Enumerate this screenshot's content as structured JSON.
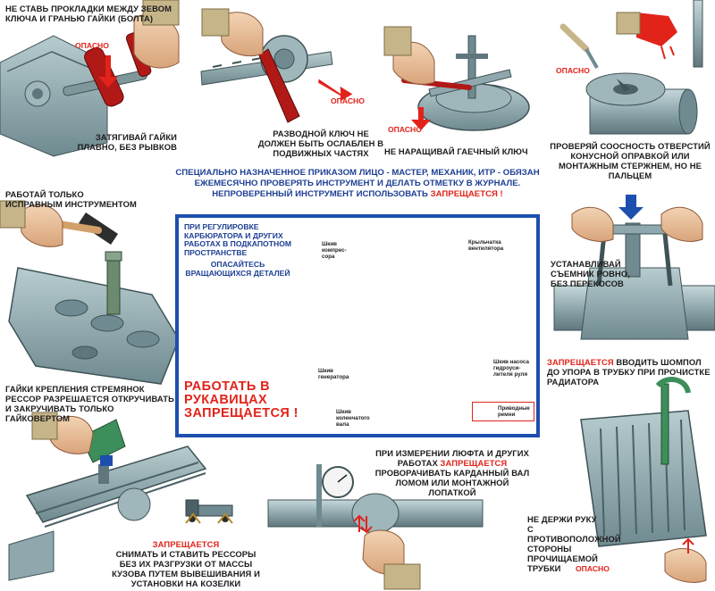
{
  "captions": {
    "gasket": "НЕ СТАВЬ ПРОКЛАДКИ МЕЖДУ ЗЕВОМ КЛЮЧА И ГРАНЬЮ ГАЙКИ (БОЛТА)",
    "tighten": "ЗАТЯГИВАЙ ГАЙКИ ПЛАВНО, БЕЗ РЫВКОВ",
    "adjustable": "РАЗВОДНОЙ КЛЮЧ НЕ ДОЛЖЕН БЫТЬ ОСЛАБЛЕН В ПОДВИЖНЫХ ЧАСТЯХ",
    "extend": "НЕ НАРАЩИВАЙ ГАЕЧНЫЙ КЛЮЧ",
    "alignment": "ПРОВЕРЯЙ СООСНОСТЬ ОТВЕРСТИЙ КОНУСНОЙ ОПРАВКОЙ ИЛИ МОНТАЖНЫМ СТЕРЖНЕМ, НО НЕ ПАЛЬЦЕМ",
    "good_tools": "РАБОТАЙ ТОЛЬКО ИСПРАВНЫМ ИНСТРУМЕНТОМ",
    "puller": "УСТАНАВЛИВАЙ СЪЕМНИК РОВНО, БЕЗ ПЕРЕКОСОВ",
    "ramrod_red": "ЗАПРЕЩАЕТСЯ",
    "ramrod_rest": " ВВОДИТЬ ШОМПОЛ ДО УПОРА В ТРУБКУ ПРИ ПРОЧИСТКЕ РАДИАТОРА",
    "spring_nuts": "ГАЙКИ КРЕПЛЕНИЯ СТРЕМЯНОК РЕССОР РАЗРЕШАЕТСЯ ОТКРУЧИВАТЬ И ЗАКРУЧИВАТЬ ТОЛЬКО ГАЙКОВЕРТОМ",
    "play_a": "ПРИ ИЗМЕРЕНИИ ЛЮФТА И ДРУГИХ РАБОТАХ ",
    "play_red": "ЗАПРЕЩАЕТСЯ",
    "play_b": " ПРОВОРАЧИВАТЬ КАРДАННЫЙ ВАЛ ЛОМОМ ИЛИ МОНТАЖНОЙ ЛОПАТКОЙ",
    "springs_red": "ЗАПРЕЩАЕТСЯ",
    "springs_rest": "СНИМАТЬ И СТАВИТЬ РЕССОРЫ БЕЗ ИХ РАЗГРУЗКИ ОТ МАССЫ КУЗОВА ПУТЕМ ВЫВЕШИВАНИЯ И УСТАНОВКИ НА КОЗЕЛКИ",
    "hand": "НЕ ДЕРЖИ РУКУ С ПРОТИВОПОЛОЖНОЙ СТОРОНЫ ПРОЧИЩАЕМОЙ ТРУБКИ"
  },
  "warnings": {
    "w1": "ОПАСНО",
    "w2": "ОПАСНО",
    "w3": "ОПАСНО",
    "w4": "ОПАСНО",
    "w5": "ОПАСНО"
  },
  "notice": {
    "line1": "СПЕЦИАЛЬНО НАЗНАЧЕННОЕ ПРИКАЗОМ ЛИЦО - МАСТЕР, МЕХАНИК, ИТР - ОБЯЗАН ЕЖЕМЕСЯЧНО ПРОВЕРЯТЬ ИНСТРУМЕНТ И ДЕЛАТЬ ОТМЕТКУ В ЖУРНАЛЕ.",
    "line2": "НЕПРОВЕРЕННЫЙ ИНСТРУМЕНТ ИСПОЛЬЗОВАТЬ ",
    "line2_red": "ЗАПРЕЩАЕТСЯ !"
  },
  "panel": {
    "carb": "ПРИ РЕГУЛИРОВКЕ КАРБЮРАТОРА И ДРУГИХ РАБОТАХ В ПОДКАПОТНОМ ПРОСТРАНСТВЕ",
    "beware": "ОПАСАЙТЕСЬ ВРАЩАЮЩИХСЯ ДЕТАЛЕЙ",
    "gloves": "РАБОТАТЬ В РУКАВИЦАХ ЗАПРЕЩАЕТСЯ !",
    "labels": {
      "compressor": "Шкив компрес-сора",
      "fan": "Крыльчатка вентилятора",
      "generator": "Шкив генератора",
      "crankshaft": "Шкив коленчатого вала",
      "pump": "Шкив насоса гидроуси-лителя руля",
      "belts": "Приводные ремни"
    }
  },
  "colors": {
    "accent": "#e2231a",
    "notice_blue": "#1d3f93",
    "frame_blue": "#1d4fae",
    "metal": "#8fa8ad"
  }
}
